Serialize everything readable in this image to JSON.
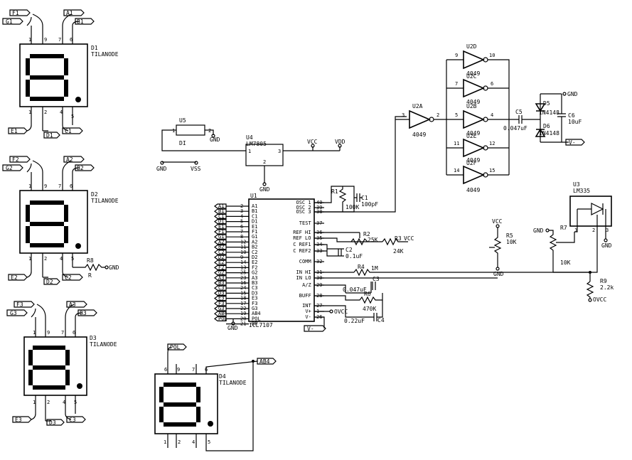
{
  "displays": [
    {
      "ref": "D1",
      "type": "TILANODE",
      "top_nets": [
        "F1",
        "A1"
      ],
      "top_nets2": [
        "G1",
        "B1"
      ],
      "top_pins": [
        "1",
        "9",
        "7",
        "6"
      ],
      "bottom_pins": [
        "1",
        "2",
        "4",
        "5"
      ],
      "bottom_nets": [
        "E1",
        "C1"
      ],
      "bottom_net_mid": "D1"
    },
    {
      "ref": "D2",
      "type": "TILANODE",
      "top_nets": [
        "F2",
        "A2"
      ],
      "top_nets2": [
        "G2",
        "B2"
      ],
      "top_pins": [
        "1",
        "9",
        "7",
        "6"
      ],
      "bottom_pins": [
        "1",
        "2",
        "4",
        "5"
      ],
      "bottom_nets": [
        "E2",
        "C2"
      ],
      "bottom_net_mid": "D2"
    },
    {
      "ref": "D3",
      "type": "TILANODE",
      "top_nets": [
        "F3",
        "A3"
      ],
      "top_nets2": [
        "G3",
        "B3"
      ],
      "top_pins": [
        "1",
        "9",
        "7",
        "6"
      ],
      "bottom_pins": [
        "1",
        "2",
        "4",
        "5"
      ],
      "bottom_nets": [
        "E3",
        "C3"
      ],
      "bottom_net_mid": "D3"
    },
    {
      "ref": "D4",
      "type": "TILANODE",
      "top_pins": [
        "6",
        "9",
        "7",
        "6"
      ],
      "bottom_pins": [
        "1",
        "2",
        "4",
        "5"
      ],
      "net_pol": "POL",
      "net_ab4": "AB4"
    }
  ],
  "r8": {
    "ref": "R8",
    "value": "R",
    "gnd": "GND"
  },
  "u5": {
    "ref": "U5",
    "pin1": "1",
    "pin2": "2",
    "label": "DI",
    "gnd": "GND"
  },
  "u4": {
    "ref": "U4",
    "part": "LM7805",
    "pin1": "1",
    "pin2": "2",
    "pin3": "3",
    "gnd": "GND",
    "vcc": "VCC",
    "vdd": "VDD",
    "gnd2": "GND",
    "vss": "VSS"
  },
  "u1": {
    "ref": "U1",
    "part": "ICL7107",
    "left_nets": [
      "A1",
      "B1",
      "C1",
      "D1",
      "E1",
      "F1",
      "G1",
      "A2",
      "B2",
      "C2",
      "D2",
      "E2",
      "F2",
      "G2",
      "A3",
      "B3",
      "C3",
      "D3",
      "E3",
      "F3",
      "G3",
      "AB4",
      "POL"
    ],
    "left_pins": [
      "2",
      "3",
      "4",
      "5",
      "6",
      "7",
      "8",
      "12",
      "11",
      "10",
      "9",
      "14",
      "13",
      "25",
      "23",
      "16",
      "24",
      "15",
      "18",
      "17",
      "22",
      "19",
      "20",
      "21"
    ],
    "left_names": [
      "A1",
      "B1",
      "C1",
      "D1",
      "E1",
      "F1",
      "G1",
      "A2",
      "B2",
      "C2",
      "D2",
      "E2",
      "F2",
      "G2",
      "A3",
      "B3",
      "C3",
      "D3",
      "E3",
      "F3",
      "G3",
      "AB4",
      "POL",
      "BP"
    ],
    "right_names": [
      "OSC 1",
      "OSC 2",
      "OSC 3",
      "TEST",
      "REF HI",
      "REF LO",
      "C REF1",
      "C REF2",
      "COMM",
      "IN HI",
      "IN LO",
      "A/Z",
      "BUFF",
      "INT",
      "V+",
      "V-"
    ],
    "right_pins": [
      "40",
      "39",
      "38",
      "37",
      "36",
      "35",
      "34",
      "33",
      "32",
      "31",
      "30",
      "29",
      "28",
      "27",
      "1",
      "26"
    ],
    "gnd": "GND"
  },
  "passives": {
    "r1": {
      "ref": "R1",
      "value": "100K"
    },
    "c1": {
      "ref": "C1",
      "value": "100pF"
    },
    "r2": {
      "ref": "R2",
      "value": "25K"
    },
    "r3": {
      "ref": "R3",
      "value": "24K",
      "vcc": "VCC"
    },
    "c2": {
      "ref": "C2",
      "value": "0.1uF"
    },
    "r4": {
      "ref": "R4",
      "value": "1M"
    },
    "c3": {
      "ref": "C3",
      "value": "0.047uF"
    },
    "r6": {
      "ref": "R6",
      "value": "470K"
    },
    "c4": {
      "ref": "C4",
      "value": "0.22uF"
    },
    "ovcc": "OVCC",
    "vminus": "V-",
    "r5": {
      "ref": "R5",
      "value": "10K",
      "vcc": "VCC",
      "gnd": "GND"
    },
    "r7": {
      "ref": "R7",
      "value": "10K",
      "gnd": "GND"
    },
    "r9": {
      "ref": "R9",
      "value": "2.2k",
      "ovcc": "OVCC"
    },
    "c5": {
      "ref": "C5",
      "value": "0.047uF"
    },
    "c6": {
      "ref": "C6",
      "value": "10uF"
    },
    "d5": {
      "ref": "D5",
      "part": "1N4148"
    },
    "d6": {
      "ref": "D6",
      "part": "1N4148"
    },
    "gnd_top": "GND",
    "vminus2": "V-"
  },
  "u3": {
    "ref": "U3",
    "part": "LM335",
    "pins": [
      "1",
      "2",
      "3"
    ],
    "gnd": "GND"
  },
  "inverters": [
    {
      "ref": "U2A",
      "part": "4049",
      "in": "3",
      "out": "2"
    },
    {
      "ref": "U2D",
      "part": "4049",
      "in": "9",
      "out": "10"
    },
    {
      "ref": "U2C",
      "part": "4049",
      "in": "7",
      "out": "6"
    },
    {
      "ref": "U2B",
      "part": "4049",
      "in": "5",
      "out": "4"
    },
    {
      "ref": "U2E",
      "part": "4049",
      "in": "11",
      "out": "12"
    },
    {
      "ref": "U2F",
      "part": "4049",
      "in": "14",
      "out": "15"
    }
  ]
}
